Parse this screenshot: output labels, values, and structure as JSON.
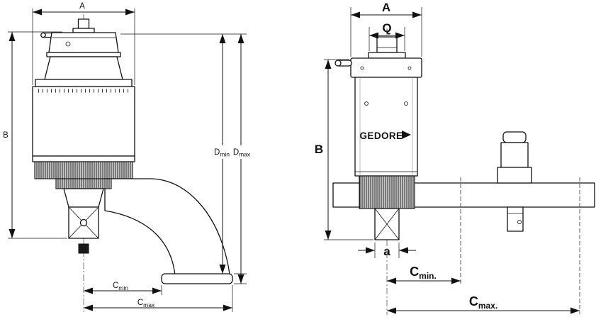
{
  "brand": {
    "logo_text": "GEDORE"
  },
  "left_view": {
    "dim_a": "A",
    "dim_b": "B",
    "dim_c_min": {
      "main": "C",
      "sub": "min"
    },
    "dim_c_max": {
      "main": "C",
      "sub": "max"
    },
    "dim_d_min": {
      "main": "D",
      "sub": "min"
    },
    "dim_d_max": {
      "main": "D",
      "sub": "max"
    }
  },
  "right_view": {
    "dim_a": "A",
    "dim_q": "Q",
    "dim_b": "B",
    "dim_a_small": "a",
    "dim_c_min": {
      "main": "C",
      "sub": "min."
    },
    "dim_c_max": {
      "main": "C",
      "sub": "max."
    }
  }
}
